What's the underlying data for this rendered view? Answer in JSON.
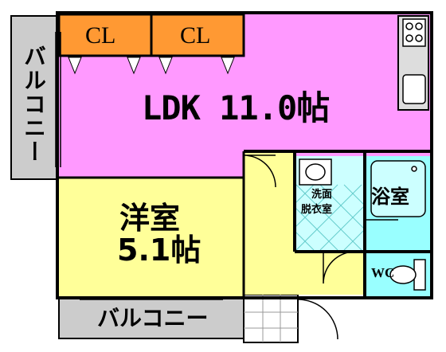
{
  "plan": {
    "closet_left": "CL",
    "closet_right": "CL",
    "ldk": "LDK 11.0帖",
    "bedroom_name": "洋室",
    "bedroom_size": "5.1帖",
    "washroom_line1": "洗面",
    "washroom_line2": "脱衣室",
    "bath": "浴室",
    "toilet": "WC",
    "balcony_left": "バルコニー",
    "balcony_bottom": "バルコニー"
  },
  "colors": {
    "ldk": "#ff99ff",
    "bedroom": "#ffff99",
    "closet": "#ff9933",
    "balcony": "#cccccc",
    "hall": "#ffff99",
    "bath": "#99ffff",
    "washroom_tile": "#ccffff",
    "wall": "#000000"
  },
  "icons": [
    "stove-icon",
    "sink-icon",
    "washing-machine-icon",
    "bathtub-icon",
    "toilet-icon"
  ]
}
